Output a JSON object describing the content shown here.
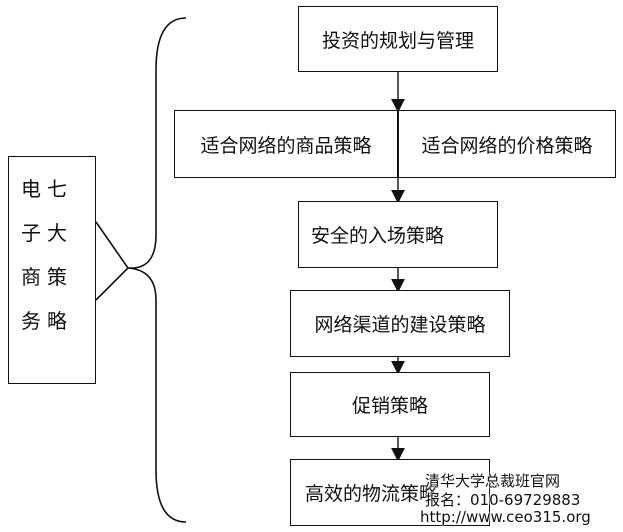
{
  "left_box": {
    "lines": [
      "电七",
      "子大",
      "商策",
      "务略"
    ]
  },
  "boxes": {
    "invest": "投资的规划与管理",
    "product": "适合网络的商品策略",
    "price": "适合网络的价格策略",
    "entry": "安全的入场策略",
    "channel": "网络渠道的建设策略",
    "promo": "促销策略",
    "logistics": "高效的物流策略"
  },
  "watermark": {
    "line1": "清华大学总裁班官网",
    "line2": "报名：010-69729883",
    "line3": "http://www.ceo315.org"
  }
}
